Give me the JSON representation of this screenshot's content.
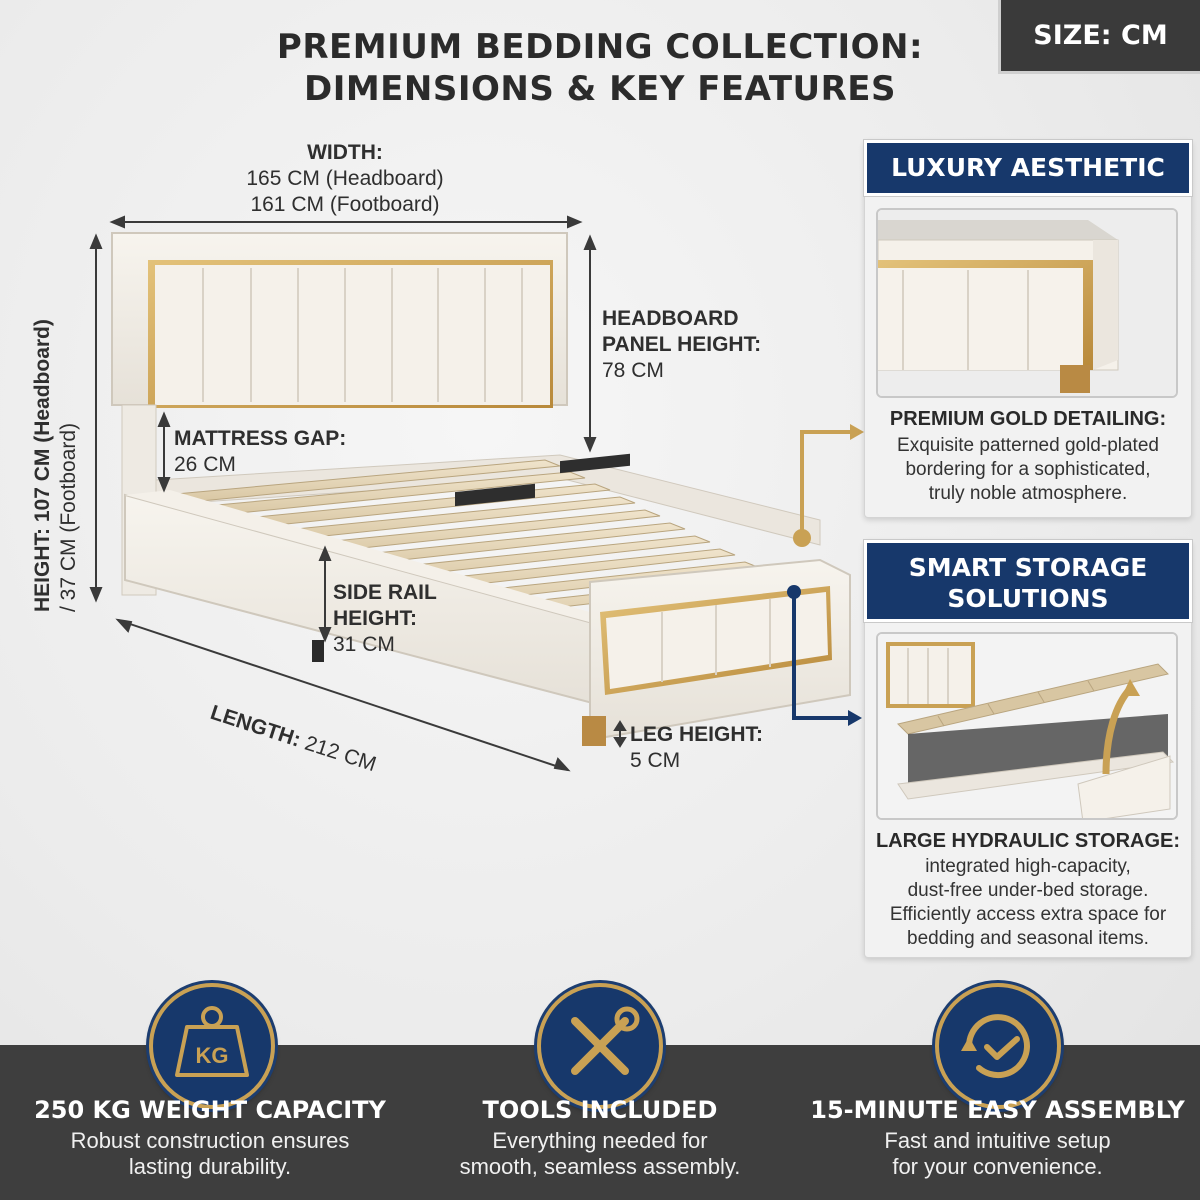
{
  "header": {
    "title_line1": "PREMIUM BEDDING COLLECTION:",
    "title_line2": "DIMENSIONS & KEY FEATURES",
    "size_badge": "SIZE: CM"
  },
  "dimensions": {
    "width_label": "WIDTH:",
    "width_headboard": "165 CM (Headboard)",
    "width_footboard": "161 CM (Footboard)",
    "height_line1": "HEIGHT: 107 CM (Headboard)",
    "height_line2": "/ 37 CM (Footboard)",
    "headboard_label_line1": "HEADBOARD",
    "headboard_label_line2": "PANEL HEIGHT:",
    "headboard_value": "78 CM",
    "mattress_gap_label": "MATTRESS GAP:",
    "mattress_gap_value": "26 CM",
    "side_rail_label_line1": "SIDE RAIL",
    "side_rail_label_line2": "HEIGHT:",
    "side_rail_value": "31 CM",
    "length_label": "LENGTH:",
    "length_value": "212 CM",
    "leg_label": "LEG HEIGHT:",
    "leg_value": "5 CM"
  },
  "features": {
    "luxury": {
      "header": "LUXURY AESTHETIC",
      "title": "PREMIUM GOLD DETAILING:",
      "text_line1": "Exquisite patterned gold-plated",
      "text_line2": "bordering for a sophisticated,",
      "text_line3": "truly noble atmosphere."
    },
    "storage": {
      "header_line1": "SMART STORAGE",
      "header_line2": "SOLUTIONS",
      "title": "LARGE HYDRAULIC STORAGE:",
      "text_line1": "integrated high-capacity,",
      "text_line2": "dust-free under-bed storage.",
      "text_line3": "Efficiently access extra space for",
      "text_line4": "bedding and seasonal items."
    }
  },
  "bottom": [
    {
      "icon": "kg-weight-icon",
      "icon_text": "KG",
      "title": "250 KG WEIGHT CAPACITY",
      "line1": "Robust construction ensures",
      "line2": "lasting durability."
    },
    {
      "icon": "tools-icon",
      "title": "TOOLS INCLUDED",
      "line1": "Everything needed for",
      "line2": "smooth, seamless assembly."
    },
    {
      "icon": "clock-icon",
      "title": "15-MINUTE EASY ASSEMBLY",
      "line1": "Fast and intuitive setup",
      "line2": "for your convenience."
    }
  ],
  "colors": {
    "navy": "#17386b",
    "gold": "#c9a154",
    "dark_band": "#3e3e3e",
    "cream": "#f1ede6"
  }
}
